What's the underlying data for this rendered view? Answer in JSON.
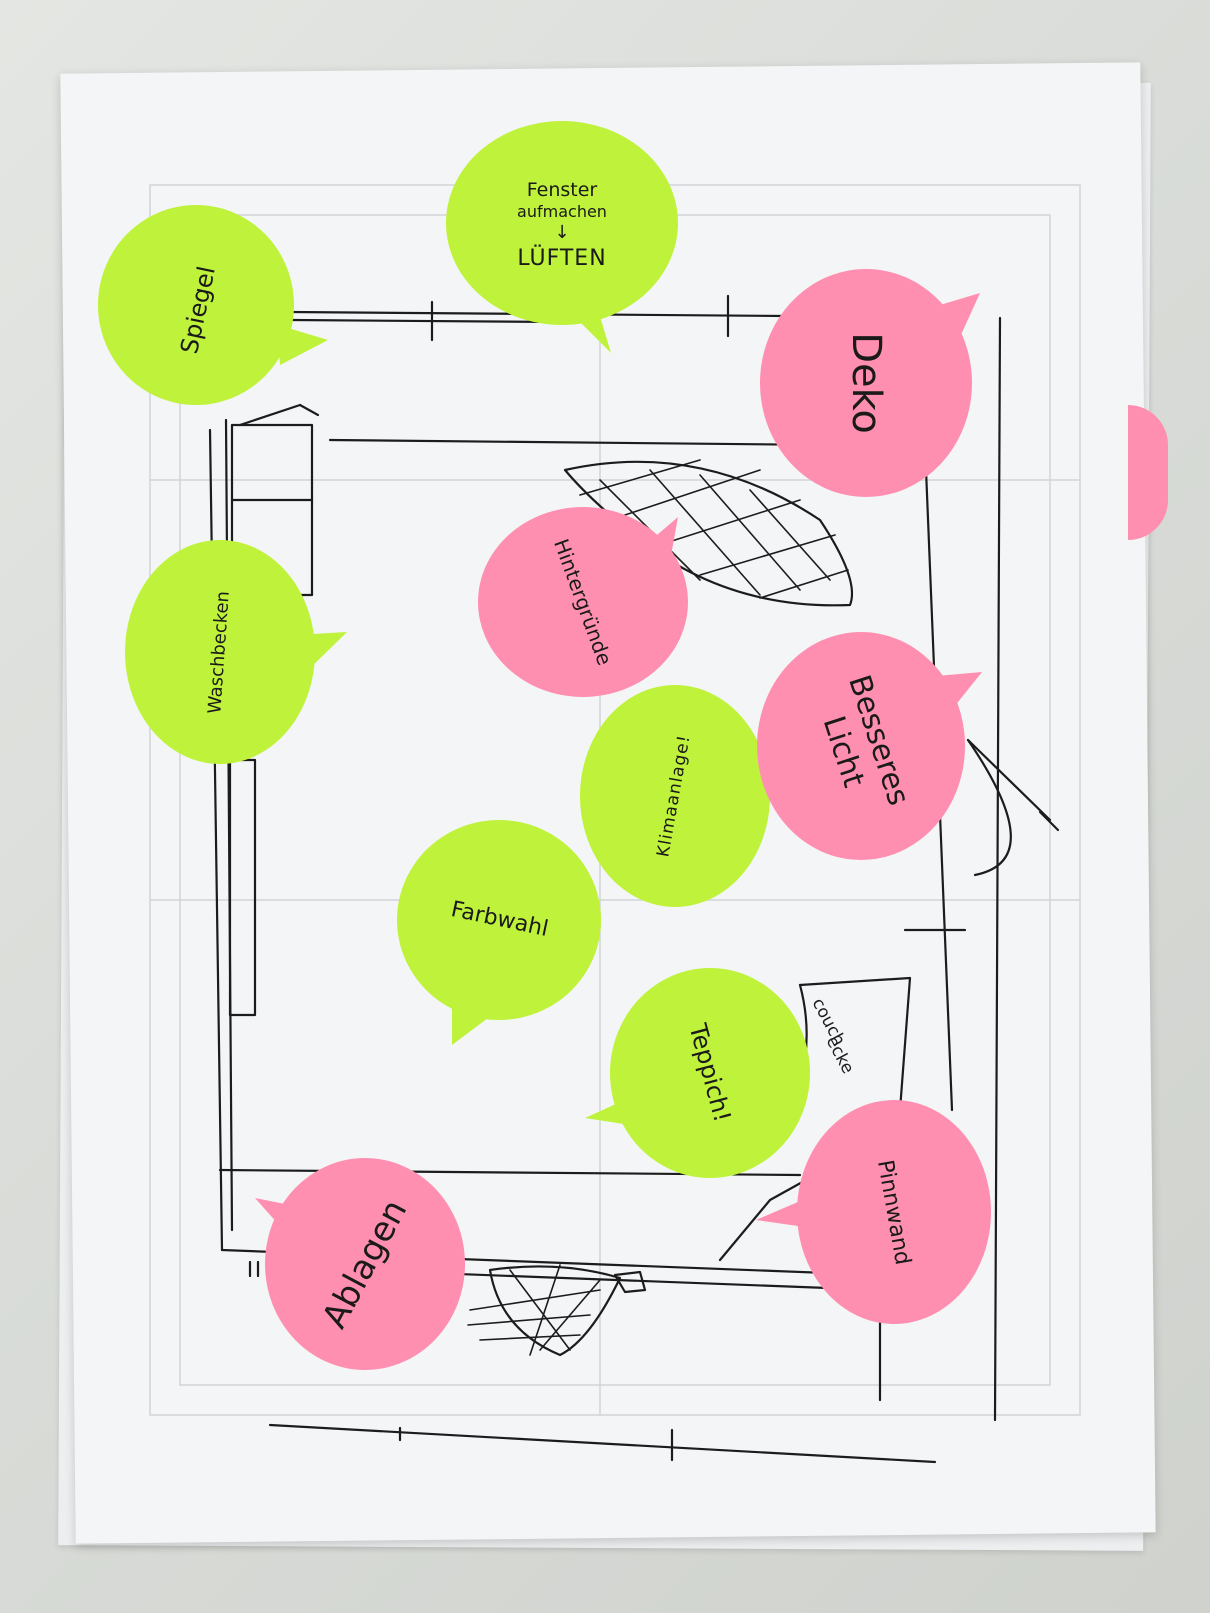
{
  "colors": {
    "green_note": "#bff23a",
    "pink_note": "#ff8fb0",
    "ink": "#1c1c1c",
    "paper": "#f4f5f7"
  },
  "notes": {
    "spiegel": "Spiegel",
    "fenster_line1": "Fenster",
    "fenster_line2": "aufmachen",
    "lueften": "LÜFTEN",
    "deko": "Deko",
    "hinterrecht": "Hintergründe",
    "waschbecken": "Waschbecken",
    "besseres": "Besseres",
    "licht": "Licht",
    "klimaanlage": "Klimaanlage!",
    "farbwahl": "Farbwahl",
    "teppich": "Teppich!",
    "pinnwand": "Pinnwand",
    "ablagen": "Ablagen"
  },
  "sketch_labels": {
    "couch_line1": "couch",
    "couch_line2": "ecke"
  }
}
